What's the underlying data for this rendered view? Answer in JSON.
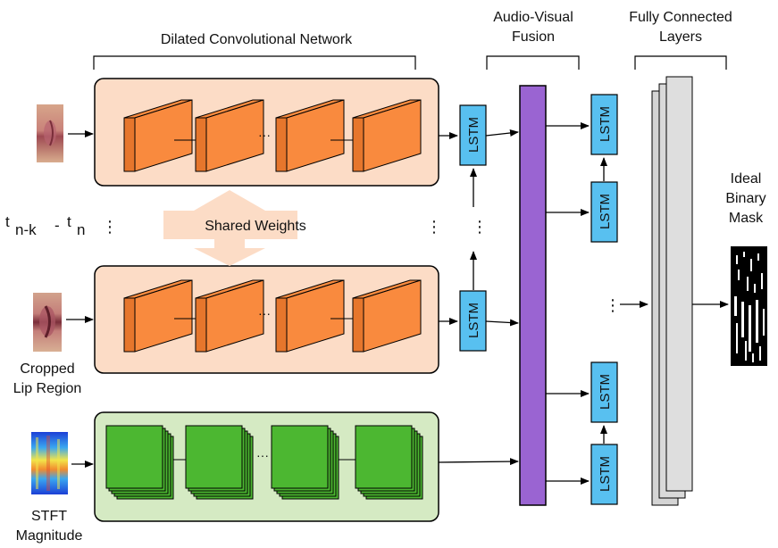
{
  "section_labels": {
    "dilated_cnn": "Dilated Convolutional Network",
    "av_fusion_line1": "Audio-Visual",
    "av_fusion_line2": "Fusion",
    "fc_line1": "Fully Connected",
    "fc_line2": "Layers"
  },
  "shared_weights": "Shared Weights",
  "time_range": {
    "t": "t",
    "start_sub": "n-k",
    "dash": "-",
    "t2": "t",
    "end_sub": "n"
  },
  "ellipsis_vertical": "⋮",
  "ellipsis_horizontal": "···",
  "lstm_label": "LSTM",
  "inputs": {
    "lip_line1": "Cropped",
    "lip_line2": "Lip Region",
    "stft_line1": "STFT",
    "stft_line2": "Magnitude"
  },
  "output": {
    "line1": "Ideal",
    "line2": "Binary",
    "line3": "Mask"
  },
  "colors": {
    "cnn_panel_fill": "#fcdcc6",
    "conv_block": "#f98a3e",
    "audio_panel_fill": "#d5eac3",
    "audio_block": "#4cb731",
    "lstm_fill": "#58c0f0",
    "fusion_bar": "#9a64d2",
    "fc_layer": "#d9d9d9",
    "shared_arrow": "#fcdcc6"
  }
}
